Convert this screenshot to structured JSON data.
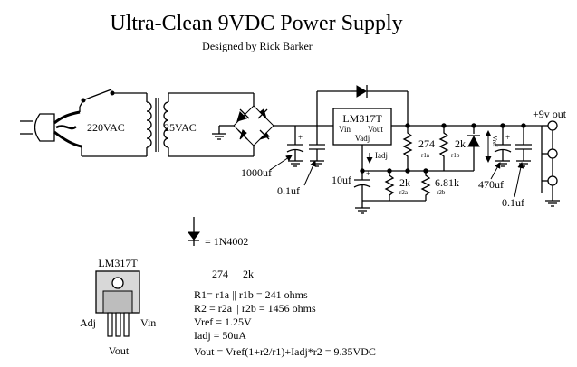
{
  "title": "Ultra-Clean 9VDC Power Supply",
  "subtitle": "Designed by Rick Barker",
  "schematic": {
    "primary_label": "220VAC",
    "secondary_label": "25VAC",
    "regulator": {
      "name": "LM317T",
      "vin": "Vin",
      "vout": "Vout",
      "vadj": "Vadj"
    },
    "iadj_label": "Iadj",
    "cap_1000": "1000uf",
    "cap_01a": "0.1uf",
    "cap_10": "10uf",
    "cap_470": "470uf",
    "cap_01b": "0.1uf",
    "r1a_value": "274",
    "r1a_name": "r1a",
    "r1b_value": "2k",
    "r1b_name": "r1b",
    "r2a_value": "2k",
    "r2a_name": "r2a",
    "r2b_value": "6.81k",
    "r2b_name": "r2b",
    "vref_label": "Vref",
    "output_label": "+9v out"
  },
  "legend": {
    "diode": "= 1N4002",
    "package_name": "LM317T",
    "pin_adj": "Adj",
    "pin_vin": "Vin",
    "pin_vout": "Vout"
  },
  "notes": {
    "values_header_a": "274",
    "values_header_b": "2k",
    "r1": "R1= r1a || r1b = 241 ohms",
    "r2": "R2 = r2a || r2b = 1456 ohms",
    "vref": "Vref = 1.25V",
    "iadj": "Iadj = 50uA",
    "vout": "Vout = Vref(1+r2/r1)+Iadj*r2 = 9.35VDC"
  }
}
